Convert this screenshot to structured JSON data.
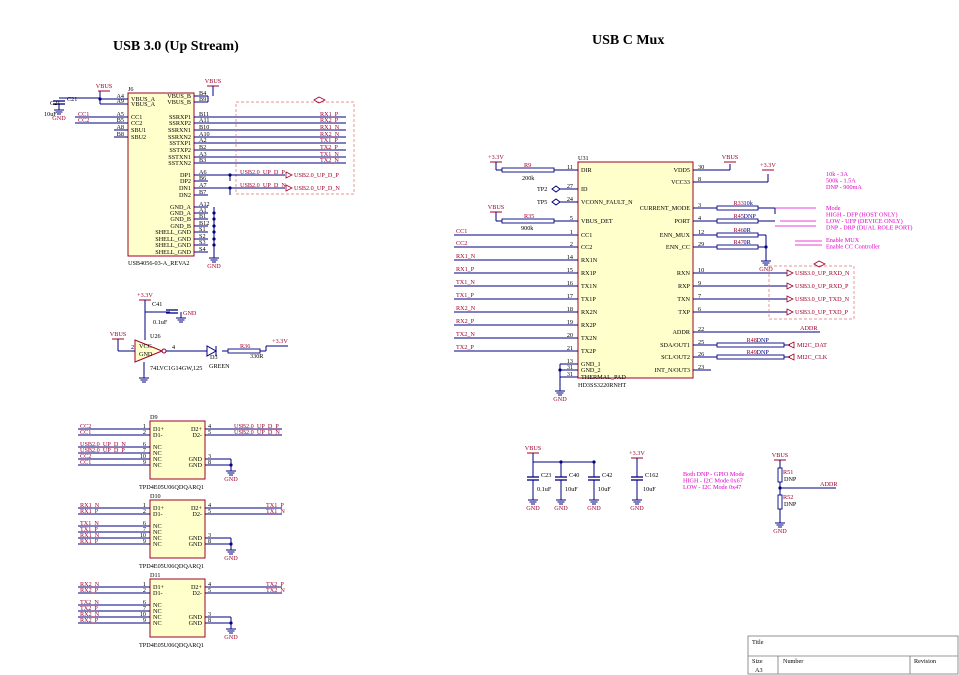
{
  "titles": {
    "usb3": "USB 3.0 (Up Stream)",
    "mux": "USB C Mux"
  },
  "title_block": {
    "title": "Title",
    "size": "Size",
    "size_value": "A3",
    "number": "Number",
    "revision": "Revision"
  },
  "j6": {
    "ref": "J6",
    "part": "USB4056-03-A_REVA2",
    "left": [
      [
        "A4",
        "VBUS_A"
      ],
      [
        "A9",
        "VBUS_A"
      ],
      [
        "A5",
        "CC1"
      ],
      [
        "B5",
        "CC2"
      ],
      [
        "A8",
        "SBU1"
      ],
      [
        "B8",
        "SBU2"
      ]
    ],
    "right": [
      [
        "B4",
        "VBUS_B"
      ],
      [
        "B9",
        "VBUS_B"
      ],
      [
        "B11",
        "SSRXP1"
      ],
      [
        "A11",
        "SSRXP2"
      ],
      [
        "B10",
        "SSRXN1"
      ],
      [
        "A10",
        "SSRXN2"
      ],
      [
        "A2",
        "SSTXP1"
      ],
      [
        "B2",
        "SSTXP2"
      ],
      [
        "A3",
        "SSTXN1"
      ],
      [
        "B3",
        "SSTXN2"
      ],
      [
        "A6",
        "DP1"
      ],
      [
        "B6",
        "DP2"
      ],
      [
        "A7",
        "DN1"
      ],
      [
        "B7",
        "DN2"
      ],
      [
        "A12",
        "GND_A"
      ],
      [
        "A1",
        "GND_A"
      ],
      [
        "B1",
        "GND_B"
      ],
      [
        "B12",
        "GND_B"
      ],
      [
        "S1",
        "SHELL_GND"
      ],
      [
        "S2",
        "SHELL_GND"
      ],
      [
        "S3",
        "SHELL_GND"
      ],
      [
        "S4",
        "SHELL_GND"
      ]
    ],
    "out_nets": [
      "RX1_P",
      "RX2_P",
      "RX1_N",
      "RX2_N",
      "TX1_P",
      "TX2_P",
      "TX1_N",
      "TX2_N"
    ],
    "usb2_nets": [
      "USB2.0_UP_D_P",
      "USB2.0_UP_D_N"
    ]
  },
  "labels": {
    "vbus": "VBUS",
    "gnd": "GND",
    "v33": "+3.3V",
    "cc1": "CC1",
    "cc2": "CC2",
    "c21_ref": "C21",
    "c21_val": "10uF",
    "c41_ref": "C41",
    "c41_val": "0.1uF",
    "u26_ref": "U26",
    "u26_part": "74LVC1G14GW,125",
    "u26_vcc": "VCC",
    "u26_gnd": "GND",
    "d3_ref": "D3",
    "d3_val": "GREEN",
    "r36_ref": "R36",
    "r36_val": "330R",
    "pin2": "2",
    "pin4": "4",
    "pin3": "3",
    "pin5": "5"
  },
  "tvs": [
    {
      "ref": "D9",
      "part": "TPD4E05U06QDQARQ1",
      "left": [
        [
          "CC2",
          "1",
          "D1+"
        ],
        [
          "CC1",
          "2",
          "D1-"
        ],
        [
          "USB2.0_UP_D_N",
          "6",
          "NC"
        ],
        [
          "USB2.0_UP_D_P",
          "7",
          "NC"
        ],
        [
          "CC2",
          "10",
          "NC"
        ],
        [
          "CC1",
          "9",
          "NC"
        ]
      ],
      "right": [
        [
          "4",
          "D2+",
          "USB2.0_UP_D_P"
        ],
        [
          "5",
          "D2-",
          "USB2.0_UP_D_N"
        ],
        [
          "3",
          "GND",
          ""
        ],
        [
          "8",
          "GND",
          ""
        ]
      ]
    },
    {
      "ref": "D10",
      "part": "TPD4E05U06QDQARQ1",
      "left": [
        [
          "RX1_N",
          "1",
          "D1+"
        ],
        [
          "RX1_P",
          "2",
          "D1-"
        ],
        [
          "TX1_N",
          "6",
          "NC"
        ],
        [
          "TX1_P",
          "7",
          "NC"
        ],
        [
          "RX1_N",
          "10",
          "NC"
        ],
        [
          "RX1_P",
          "9",
          "NC"
        ]
      ],
      "right": [
        [
          "4",
          "D2+",
          "TX1_P"
        ],
        [
          "5",
          "D2-",
          "TX1_N"
        ],
        [
          "3",
          "GND",
          ""
        ],
        [
          "8",
          "GND",
          ""
        ]
      ]
    },
    {
      "ref": "D11",
      "part": "TPD4E05U06QDQARQ1",
      "left": [
        [
          "RX2_N",
          "1",
          "D1+"
        ],
        [
          "RX2_P",
          "2",
          "D1-"
        ],
        [
          "TX2_N",
          "6",
          "NC"
        ],
        [
          "TX2_P",
          "7",
          "NC"
        ],
        [
          "RX2_N",
          "10",
          "NC"
        ],
        [
          "RX2_P",
          "9",
          "NC"
        ]
      ],
      "right": [
        [
          "4",
          "D2+",
          "TX2_P"
        ],
        [
          "5",
          "D2-",
          "TX2_N"
        ],
        [
          "3",
          "GND",
          ""
        ],
        [
          "8",
          "GND",
          ""
        ]
      ]
    }
  ],
  "u31": {
    "ref": "U31",
    "part": "HD3SS3220RNHT",
    "left": [
      [
        "11",
        "DIR"
      ],
      [
        "27",
        "ID"
      ],
      [
        "24",
        "VCONN_FAULT_N"
      ],
      [
        "5",
        "VBUS_DET"
      ],
      [
        "1",
        "CC1"
      ],
      [
        "2",
        "CC2"
      ],
      [
        "14",
        "RX1N"
      ],
      [
        "15",
        "RX1P"
      ],
      [
        "16",
        "TX1N"
      ],
      [
        "17",
        "TX1P"
      ],
      [
        "18",
        "RX2N"
      ],
      [
        "19",
        "RX2P"
      ],
      [
        "20",
        "TX2N"
      ],
      [
        "21",
        "TX2P"
      ],
      [
        "13",
        "GND_1"
      ],
      [
        "31",
        "GND_2"
      ],
      [
        "31",
        "THERMAL_PAD"
      ]
    ],
    "right": [
      [
        "30",
        "VDD5"
      ],
      [
        "8",
        "VCC33"
      ],
      [
        "3",
        "CURRENT_MODE"
      ],
      [
        "4",
        "PORT"
      ],
      [
        "12",
        "ENN_MUX"
      ],
      [
        "29",
        "ENN_CC"
      ],
      [
        "10",
        "RXN"
      ],
      [
        "9",
        "RXP"
      ],
      [
        "7",
        "TXN"
      ],
      [
        "6",
        "TXP"
      ],
      [
        "22",
        "ADDR"
      ],
      [
        "25",
        "SDA/OUT1"
      ],
      [
        "26",
        "SCL/OUT2"
      ],
      [
        "23",
        "INT_N/OUT3"
      ]
    ],
    "left_nets": [
      "",
      "",
      "",
      "",
      "CC1",
      "CC2",
      "RX1_N",
      "RX1_P",
      "TX1_N",
      "TX1_P",
      "RX2_N",
      "RX2_P",
      "TX2_N",
      "TX2_P"
    ],
    "right_resistors": [
      [
        "R33",
        "10k"
      ],
      [
        "R45",
        "DNP"
      ],
      [
        "R46",
        "0R"
      ],
      [
        "R47",
        "0R"
      ],
      [
        "R48",
        "DNP"
      ],
      [
        "R49",
        "DNP"
      ]
    ],
    "out_nets": [
      "USB3.0_UP_RXD_N",
      "USB3.0_UP_RXD_P",
      "USB3.0_UP_TXD_N",
      "USB3.0_UP_TXD_P"
    ],
    "addr_net": "ADDR",
    "i2c_dat": "MI2C_DAT",
    "i2c_clk": "MI2C_CLK",
    "r9": [
      "R9",
      "200k"
    ],
    "r35": [
      "R35",
      "900k"
    ],
    "tp2": "TP2",
    "tp5": "TP5"
  },
  "notes": {
    "current": [
      "10k - 3A",
      "500k - 1.5A",
      "DNP - 900mA"
    ],
    "mode": [
      "Mode",
      "HIGH - DFP (HOST ONLY)",
      "LOW - UFP (DEVICE ONLY)",
      "DNP - DRP (DUAL ROLE PORT)"
    ],
    "enn": [
      "Enable MUX",
      "Enable CC Controller"
    ],
    "i2c": [
      "Both DNP - GPIO Mode",
      "HIGH - I2C Mode 0x67",
      "LOW - I2C Mode 0x47"
    ]
  },
  "caps": [
    [
      "C23",
      "0.1uF"
    ],
    [
      "C40",
      "10uF"
    ],
    [
      "C42",
      "10uF"
    ],
    [
      "C162",
      "10uF"
    ]
  ],
  "addr_res": [
    [
      "R51",
      "DNP"
    ],
    [
      "R52",
      "DNP"
    ]
  ],
  "colors": {
    "net": "#a0002a",
    "magenta": "#e000c8",
    "wire": "#000080",
    "body": "#ffffcc",
    "outline": "#a0002a"
  }
}
